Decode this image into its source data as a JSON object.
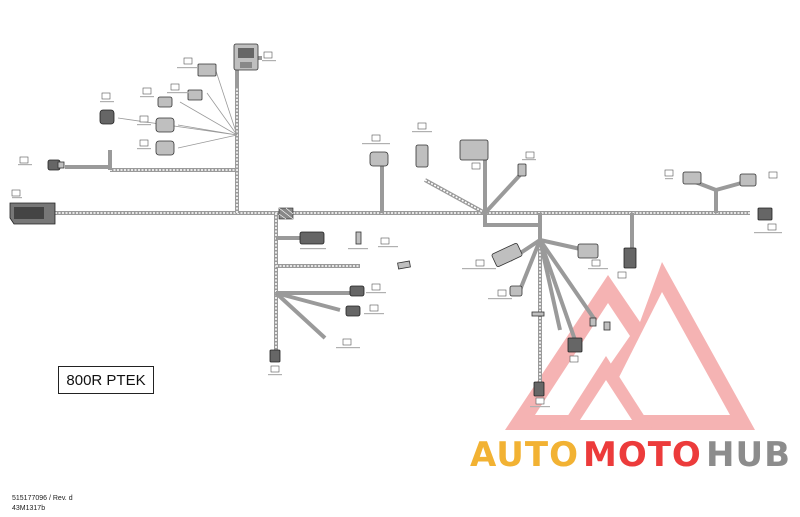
{
  "model_label": "800R PTEK",
  "footer": {
    "part_number": "515177096 / Rev. d",
    "drawing_id": "43M1317b"
  },
  "watermark": {
    "part1": "AUTO",
    "part2": "MOTO",
    "part3": "HUB",
    "color_orange": "#f2b233",
    "color_red": "#ec3b3b",
    "color_gray": "#8c8c8c"
  },
  "colors": {
    "harness": "#9a9a9a",
    "connector": "#bfbfbf"
  }
}
